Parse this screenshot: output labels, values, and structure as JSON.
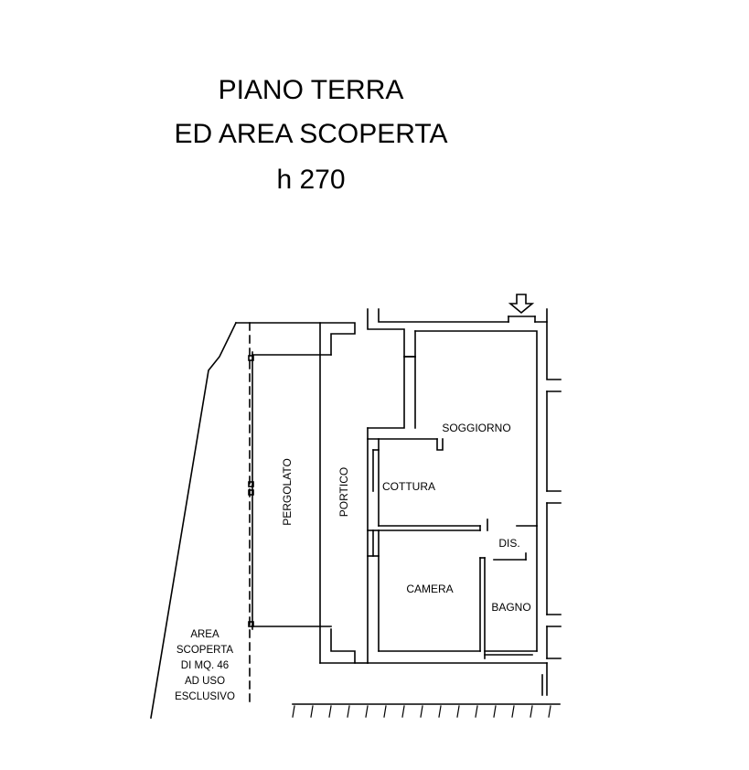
{
  "title": {
    "line1": "PIANO TERRA",
    "line2": "ED AREA SCOPERTA",
    "line3": "h 270"
  },
  "rooms": {
    "soggiorno": "SOGGIORNO",
    "cottura": "COTTURA",
    "dis": "DIS.",
    "camera": "CAMERA",
    "bagno": "BAGNO",
    "pergolato": "PERGOLATO",
    "portico": "PORTICO"
  },
  "outdoor_area": {
    "line1": "AREA",
    "line2": "SCOPERTA",
    "line3": "DI MQ. 46",
    "line4": "AD USO",
    "line5": "ESCLUSIVO"
  },
  "icons": {
    "entrance": "entrance-arrow-icon"
  }
}
